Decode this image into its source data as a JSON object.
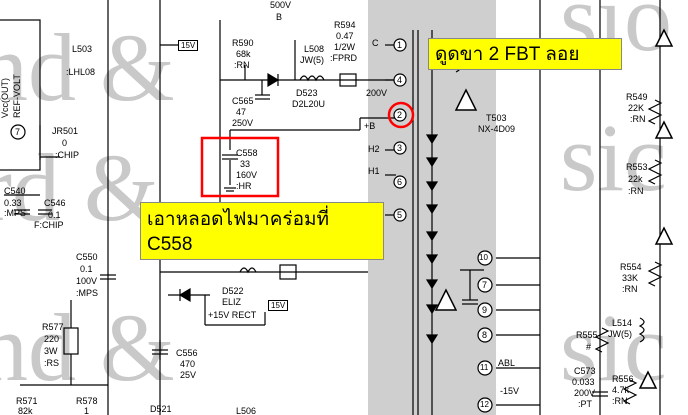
{
  "annotations": {
    "top_note": "ดูดขา 2 FBT ลอย",
    "bottom_note_line1": "เอาหลอดไฟมาคร่อมที่",
    "bottom_note_line2": "C558",
    "highlight_color": "#ff0000",
    "note_color": "#ffff00"
  },
  "left": {
    "l503": "L503",
    "lhl08": ":LHL08",
    "refvolt": "REF-VOLT",
    "vcc": "Vcc(OUT)",
    "pin7": "7",
    "jr501": "JR501",
    "jr501_v": "0",
    "jr501_t": ":CHIP",
    "c540": "C540",
    "c540_v": "0.33",
    "c540_t": ":MPS",
    "c546": "C546",
    "c546_v": "0.1",
    "c546_t": "F:CHIP",
    "c550": "C550",
    "c550_v": "0.1",
    "c550_v2": "100V",
    "c550_t": ":MPS",
    "r577": "R577",
    "r577_v": "220",
    "r577_v2": "3W",
    "r577_t": ":RS",
    "r571": "R571",
    "r571_v": "82k",
    "r578": "R578",
    "r578_v": "1"
  },
  "middle": {
    "v500": "500V",
    "v500_t": "B",
    "r594": "R594",
    "r594_v": "0.47",
    "r594_v2": "1/2W",
    "r594_t": ":FPRD",
    "r590": "R590",
    "r590_v": "68k",
    "r590_t": ":RN",
    "l508": "L508",
    "l508_t": "JW(5)",
    "c565": "C565",
    "c565_v": "47",
    "c565_v2": "250V",
    "d523": "D523",
    "d523_t": "D2L20U",
    "v200": "200V",
    "plusb": "+B",
    "c558": "C558",
    "c558_v": "33",
    "c558_v2": "160V",
    "c558_t": ":HR",
    "h2": "H2",
    "h1": "H1",
    "tag_15v_top": "15V",
    "tag_15v_mid": "15V",
    "d522": "D522",
    "d522_t": "ELIZ",
    "rect15": "+15V RECT",
    "c556": "C556",
    "c556_v": "470",
    "c556_v2": "25V",
    "d521": "D521",
    "l506": "L506"
  },
  "fbt": {
    "name": "T503",
    "part": "NX-4D09",
    "c_label": "C",
    "pins": [
      "1",
      "4",
      "2",
      "3",
      "6",
      "5",
      "10",
      "7",
      "9",
      "8",
      "11",
      "12"
    ],
    "abl": "ABL",
    "minus15": "-15V"
  },
  "right": {
    "r549": "R549",
    "r549_v": "22K",
    "r549_t": ":RN",
    "r553": "R553",
    "r553_v": "22k",
    "r553_t": ":RN",
    "r554": "R554",
    "r554_v": "33K",
    "r554_t": ":RN",
    "l514": "L514",
    "l514_t": "JW(5)",
    "r555": "R555",
    "r555_v": "#",
    "c573": "C573",
    "c573_v": "0.033",
    "c573_v2": "200V",
    "c573_t": ":PT",
    "r556": "R556",
    "r556_v": "4.7k",
    "r556_t": ":RN"
  },
  "watermark": [
    "nd &",
    "rd &",
    "nd &",
    "sio",
    "sic",
    "sic"
  ]
}
